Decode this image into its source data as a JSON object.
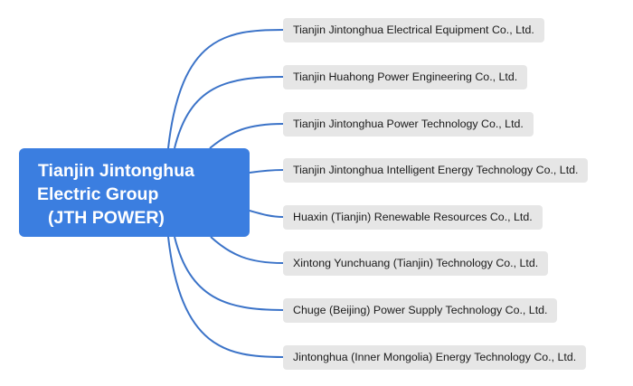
{
  "root": {
    "lines": [
      "Tianjin Jintonghua",
      "Electric Group",
      "(JTH POWER)"
    ]
  },
  "children": [
    "Tianjin Jintonghua Electrical Equipment Co., Ltd.",
    "Tianjin Huahong Power Engineering Co., Ltd.",
    "Tianjin Jintonghua Power Technology Co., Ltd.",
    "Tianjin Jintonghua Intelligent Energy Technology Co., Ltd.",
    "Huaxin (Tianjin) Renewable Resources Co., Ltd.",
    "Xintong Yunchuang (Tianjin) Technology Co., Ltd.",
    "Chuge (Beijing) Power Supply Technology Co., Ltd.",
    "Jintonghua (Inner Mongolia) Energy Technology Co., Ltd."
  ],
  "colors": {
    "root_fill": "#3b7ee0",
    "child_fill": "#e6e6e6",
    "connector": "#3b73c8"
  }
}
